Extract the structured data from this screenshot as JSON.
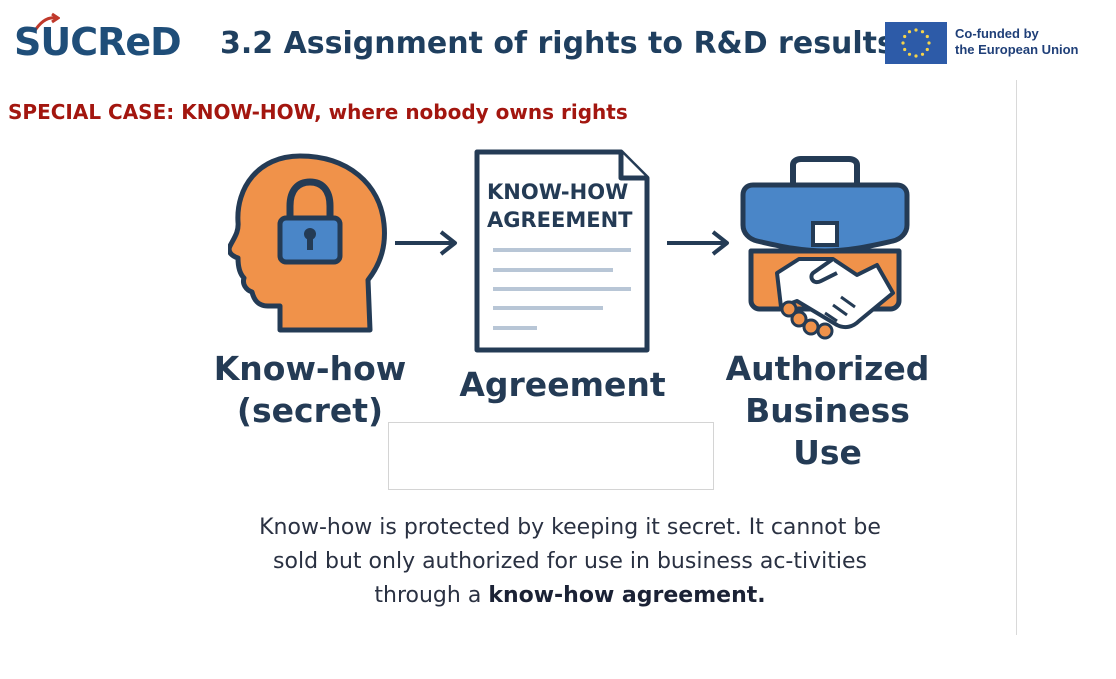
{
  "header": {
    "logo_text": "SUCReD",
    "title": "3.2 Assignment of rights to R&D results",
    "eu_line1": "Co-funded by",
    "eu_line2": "the European Union"
  },
  "subtitle": "SPECIAL CASE: KNOW-HOW, where nobody owns rights",
  "diagram": {
    "doc_title_line1": "KNOW-HOW",
    "doc_title_line2": "AGREEMENT",
    "step1_line1": "Know-how",
    "step1_line2": "(secret)",
    "step2": "Agreement",
    "step3_line1": "Authorized",
    "step3_line2": "Business Use"
  },
  "body": {
    "text_before": "Know-how is protected by keeping it secret. It cannot be sold but only authorized for use in business ac-tivities through a ",
    "text_bold": "know-how agreement."
  },
  "colors": {
    "orange": "#f0924a",
    "blue": "#4a86c8",
    "navy": "#243b55",
    "red": "#a3160f"
  }
}
